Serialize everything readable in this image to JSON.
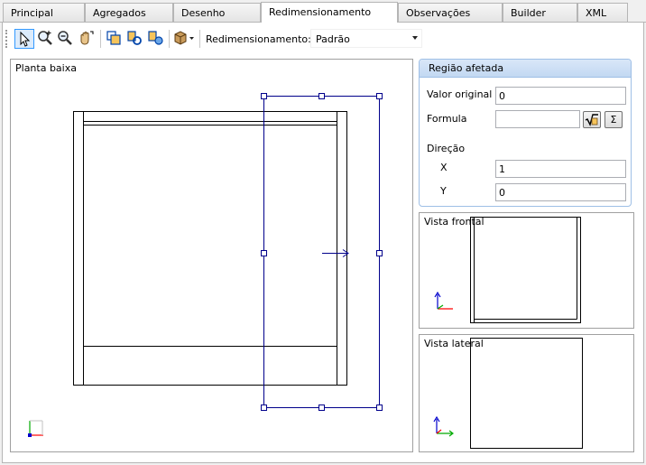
{
  "tabs": [
    {
      "label": "Principal"
    },
    {
      "label": "Agregados"
    },
    {
      "label": "Desenho"
    },
    {
      "label": "Redimensionamento"
    },
    {
      "label": "Observações"
    },
    {
      "label": "Builder"
    },
    {
      "label": "XML"
    }
  ],
  "active_tab": "Redimensionamento",
  "toolbar": {
    "tools": [
      "pointer-icon",
      "zoom-in-icon",
      "zoom-out-icon",
      "pan-hand-icon",
      "resize-tool-icon",
      "rotate-tool-icon",
      "move-tool-icon",
      "box-3d-icon"
    ],
    "mode_label": "Redimensionamento:",
    "mode_value": "Padrão"
  },
  "plan_view": {
    "title": "Planta baixa"
  },
  "affected_region": {
    "title": "Região afetada",
    "original_value_label": "Valor original",
    "original_value": "0",
    "formula_label": "Formula",
    "formula_value": "",
    "formula_button": "sqrt-formula-icon",
    "sum_button": "Σ",
    "direction_label": "Direção",
    "x_label": "X",
    "x_value": "1",
    "y_label": "Y",
    "y_value": "0"
  },
  "front_view": {
    "title": "Vista frontal"
  },
  "side_view": {
    "title": "Vista lateral"
  },
  "colors": {
    "accent": "#3399ff",
    "selection": "#00008b",
    "group_header": "#c2d8f2",
    "axis_x": "#ff0000",
    "axis_y": "#0000cc",
    "axis_z": "#00aa00"
  }
}
